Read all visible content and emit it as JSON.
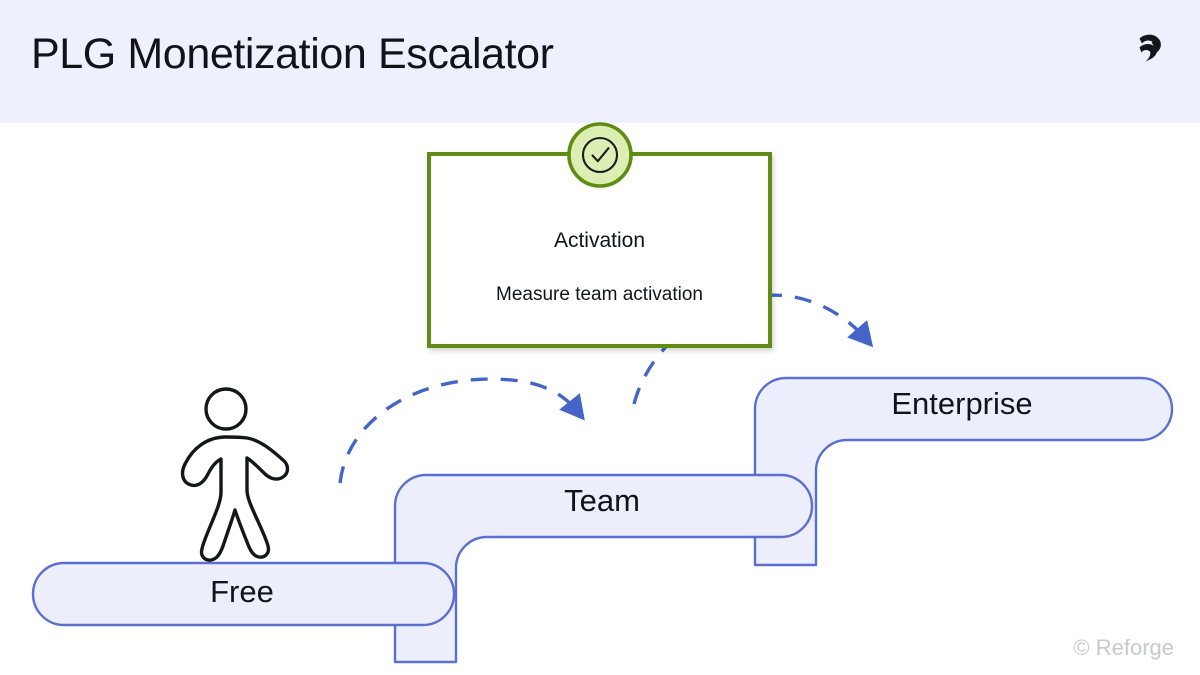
{
  "header": {
    "title": "PLG Monetization Escalator",
    "logo_icon": "reforge-logo-icon",
    "background": "#eef0fd"
  },
  "footer": {
    "credit": "© Reforge"
  },
  "diagram": {
    "type": "escalator-steps",
    "persona_icon": "walking-person-icon",
    "steps": [
      {
        "id": "free",
        "label": "Free",
        "tier": 1
      },
      {
        "id": "team",
        "label": "Team",
        "tier": 2
      },
      {
        "id": "enterprise",
        "label": "Enterprise",
        "tier": 3
      }
    ],
    "step_fill": "#eceefc",
    "step_stroke": "#5a6fd0",
    "arrows": [
      {
        "id": "free-to-team",
        "from": "free",
        "to": "team",
        "style": "dashed-curved",
        "color": "#4464c8"
      },
      {
        "id": "team-to-enterprise",
        "from": "team",
        "to": "enterprise",
        "style": "dashed-curved",
        "color": "#4464c8"
      }
    ],
    "callout": {
      "title": "Activation",
      "subtitle": "Measure team activation",
      "badge_icon": "check-circle-icon",
      "border_color": "#5f8c12",
      "badge_fill": "#ddeeb4",
      "badge_stroke": "#5f8c12"
    }
  }
}
